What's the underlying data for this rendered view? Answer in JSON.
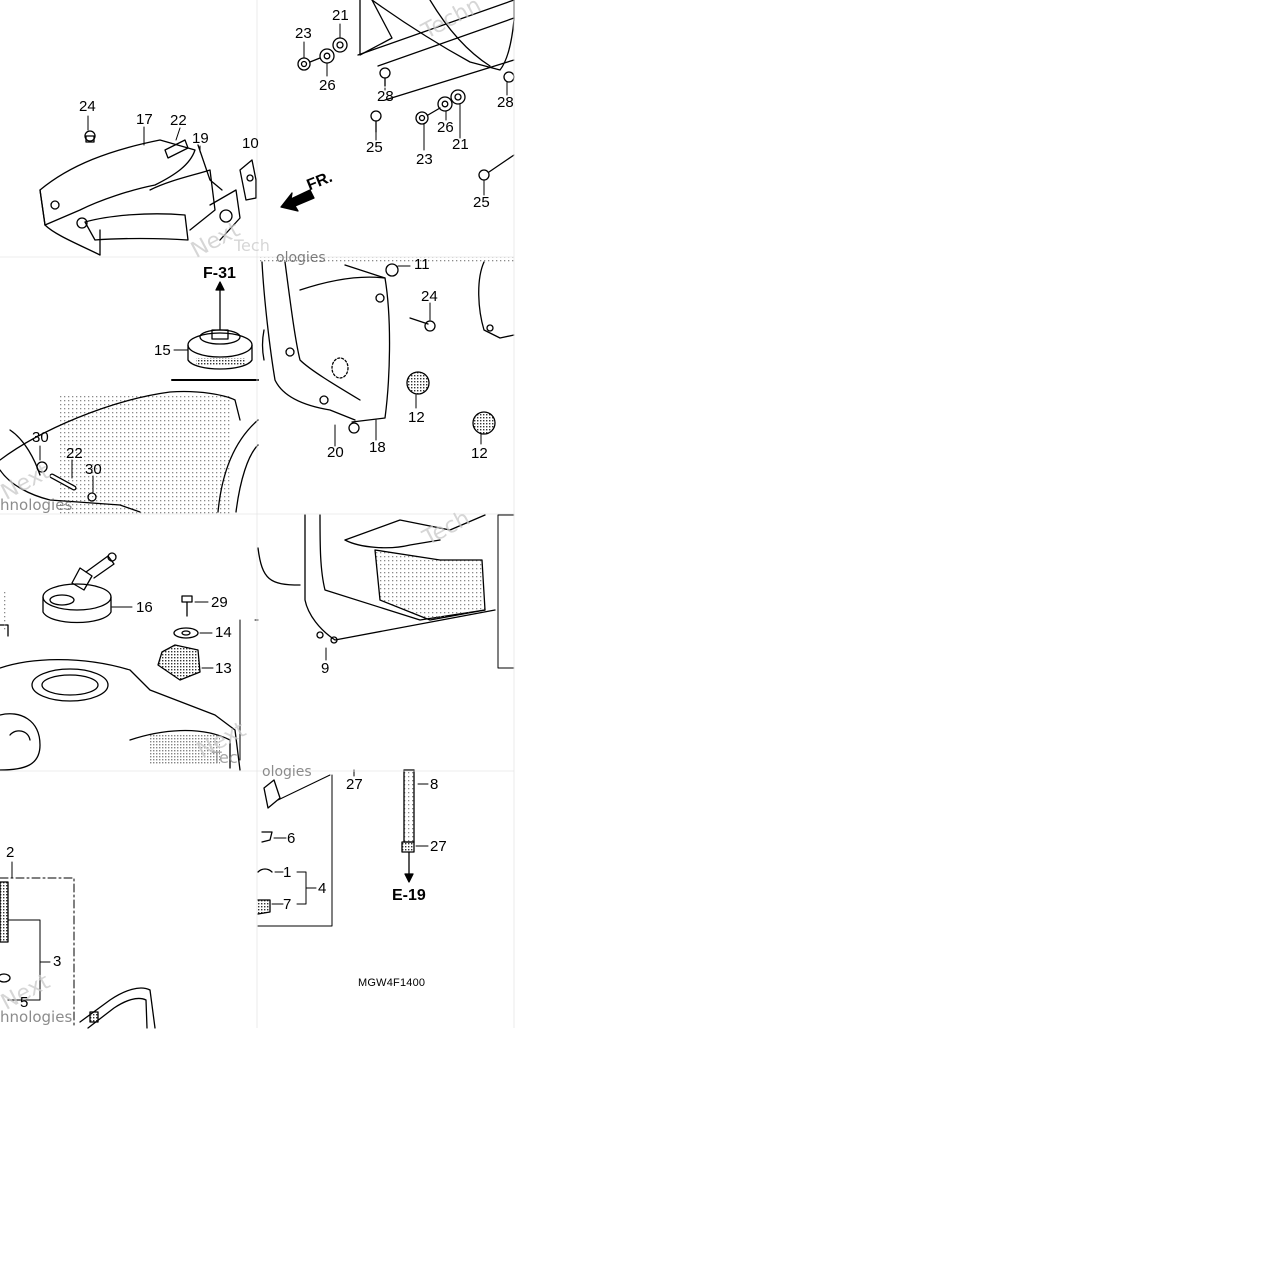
{
  "diagram": {
    "callouts": {
      "c21a": "21",
      "c23a": "23",
      "c26a": "26",
      "c28a": "28",
      "c28b": "28",
      "c25a": "25",
      "c23b": "23",
      "c26b": "26",
      "c21b": "21",
      "c25b": "25",
      "c24a": "24",
      "c17": "17",
      "c22a": "22",
      "c19": "19",
      "c10": "10",
      "c11": "11",
      "c24b": "24",
      "c12a": "12",
      "c12b": "12",
      "c18": "18",
      "c20": "20",
      "c15": "15",
      "c30a": "30",
      "c22b": "22",
      "c30b": "30",
      "c16": "16",
      "c29": "29",
      "c14": "14",
      "c13": "13",
      "c9": "9",
      "c27a": "27",
      "c8": "8",
      "c27b": "27",
      "c6": "6",
      "c1": "1",
      "c4": "4",
      "c7": "7",
      "c2": "2",
      "c3": "3",
      "c5": "5"
    },
    "refs": {
      "front": "FR.",
      "f31": "F-31",
      "e19": "E-19"
    },
    "diagram_code": "MGW4F1400",
    "watermarks": {
      "w1": "Techn",
      "w2": "Next",
      "w3": "Tech",
      "w4": "ologies",
      "w5": "Next",
      "w6": "hnologies",
      "w7": "Tech",
      "w8": "Next",
      "w9": "Tec",
      "w10": "ologies",
      "w11": "Next",
      "w12": "hnologies"
    },
    "colors": {
      "line": "#000000",
      "watermark": "#c9c9c9",
      "stipple": "#9a9a9a"
    }
  }
}
